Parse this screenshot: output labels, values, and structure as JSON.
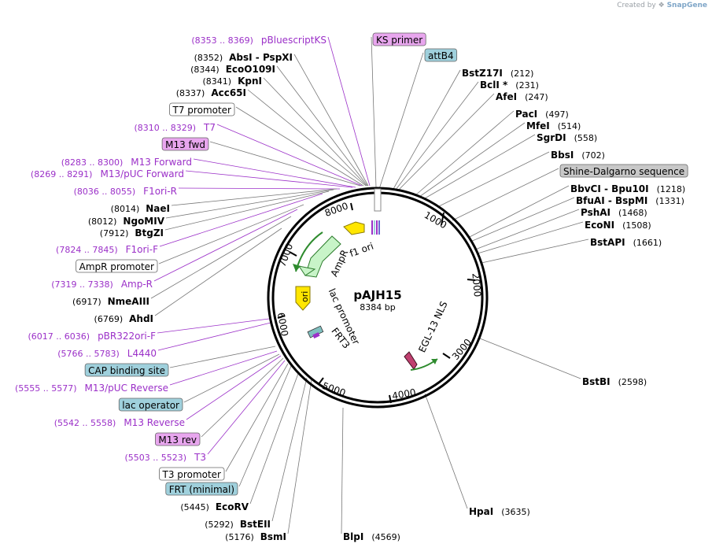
{
  "credit": {
    "prefix": "Created by",
    "brand": "SnapGene"
  },
  "plasmid": {
    "name": "pAJH15",
    "size": "8384 bp"
  },
  "ticks": [
    "1000",
    "2000",
    "3000",
    "4000",
    "5000",
    "6000",
    "7000",
    "8000"
  ],
  "right_labels": [
    {
      "kind": "box",
      "text": "KS primer",
      "color": "#e8a6ee"
    },
    {
      "kind": "box",
      "text": "attB4",
      "color": "#9fd0dc"
    },
    {
      "kind": "enz",
      "name": "BstZ17I",
      "pos": "(212)"
    },
    {
      "kind": "enz",
      "name": "BclI *",
      "pos": "(231)"
    },
    {
      "kind": "enz",
      "name": "AfeI",
      "pos": "(247)"
    },
    {
      "kind": "enz",
      "name": "PacI",
      "pos": "(497)"
    },
    {
      "kind": "enz",
      "name": "MfeI",
      "pos": "(514)"
    },
    {
      "kind": "enz",
      "name": "SgrDI",
      "pos": "(558)"
    },
    {
      "kind": "enz",
      "name": "BbsI",
      "pos": "(702)"
    },
    {
      "kind": "box",
      "text": "Shine-Dalgarno sequence",
      "color": "#c8c8c8"
    },
    {
      "kind": "enz",
      "name": "BbvCI - Bpu10I",
      "pos": "(1218)"
    },
    {
      "kind": "enz",
      "name": "BfuAI - BspMI",
      "pos": "(1331)"
    },
    {
      "kind": "enz",
      "name": "PshAI",
      "pos": "(1468)"
    },
    {
      "kind": "enz",
      "name": "EcoNI",
      "pos": "(1508)"
    },
    {
      "kind": "enz",
      "name": "BstAPI",
      "pos": "(1661)"
    },
    {
      "kind": "enz",
      "name": "BstBI",
      "pos": "(2598)"
    },
    {
      "kind": "enz",
      "name": "HpaI",
      "pos": "(3635)"
    },
    {
      "kind": "enz",
      "name": "BlpI",
      "pos": "(4569)"
    }
  ],
  "left_labels": [
    {
      "kind": "primer",
      "range": "(8353 .. 8369)",
      "name": "pBluescriptKS"
    },
    {
      "kind": "enz",
      "pos": "(8352)",
      "name": "AbsI - PspXI"
    },
    {
      "kind": "enz",
      "pos": "(8344)",
      "name": "EcoO109I"
    },
    {
      "kind": "enz",
      "pos": "(8341)",
      "name": "KpnI"
    },
    {
      "kind": "enz",
      "pos": "(8337)",
      "name": "Acc65I"
    },
    {
      "kind": "box",
      "text": "T7 promoter",
      "color": "#ffffff"
    },
    {
      "kind": "primer",
      "range": "(8310 .. 8329)",
      "name": "T7"
    },
    {
      "kind": "box",
      "text": "M13 fwd",
      "color": "#e8a6ee"
    },
    {
      "kind": "primer",
      "range": "(8283 .. 8300)",
      "name": "M13 Forward"
    },
    {
      "kind": "primer",
      "range": "(8269 .. 8291)",
      "name": "M13/pUC Forward"
    },
    {
      "kind": "primer",
      "range": "(8036 .. 8055)",
      "name": "F1ori-R"
    },
    {
      "kind": "enz",
      "pos": "(8014)",
      "name": "NaeI"
    },
    {
      "kind": "enz",
      "pos": "(8012)",
      "name": "NgoMIV"
    },
    {
      "kind": "enz",
      "pos": "(7912)",
      "name": "BtgZI"
    },
    {
      "kind": "primer",
      "range": "(7824 .. 7845)",
      "name": "F1ori-F"
    },
    {
      "kind": "box",
      "text": "AmpR promoter",
      "color": "#ffffff"
    },
    {
      "kind": "primer",
      "range": "(7319 .. 7338)",
      "name": "Amp-R"
    },
    {
      "kind": "enz",
      "pos": "(6917)",
      "name": "NmeAIII"
    },
    {
      "kind": "enz",
      "pos": "(6769)",
      "name": "AhdI"
    },
    {
      "kind": "primer",
      "range": "(6017 .. 6036)",
      "name": "pBR322ori-F"
    },
    {
      "kind": "primer",
      "range": "(5766 .. 5783)",
      "name": "L4440"
    },
    {
      "kind": "box",
      "text": "CAP binding site",
      "color": "#9fd0dc"
    },
    {
      "kind": "primer",
      "range": "(5555 .. 5577)",
      "name": "M13/pUC Reverse"
    },
    {
      "kind": "box",
      "text": "lac operator",
      "color": "#9fd0dc"
    },
    {
      "kind": "primer",
      "range": "(5542 .. 5558)",
      "name": "M13 Reverse"
    },
    {
      "kind": "box",
      "text": "M13 rev",
      "color": "#e8a6ee"
    },
    {
      "kind": "primer",
      "range": "(5503 .. 5523)",
      "name": "T3"
    },
    {
      "kind": "box",
      "text": "T3 promoter",
      "color": "#ffffff"
    },
    {
      "kind": "box",
      "text": "FRT (minimal)",
      "color": "#9fd0dc"
    },
    {
      "kind": "enz",
      "pos": "(5445)",
      "name": "EcoRV"
    },
    {
      "kind": "enz",
      "pos": "(5292)",
      "name": "BstEII"
    },
    {
      "kind": "enz",
      "pos": "(5176)",
      "name": "BsmI"
    }
  ],
  "features": [
    {
      "name": "f1 ori",
      "color": "#ffe600"
    },
    {
      "name": "AmpR",
      "color": "#c8f4c8"
    },
    {
      "name": "ori",
      "color": "#ffe600"
    },
    {
      "name": "lac promoter",
      "color": "#ffffff"
    },
    {
      "name": "FRT3",
      "color": "#7fbfbf"
    },
    {
      "name": "EGL-13 NLS",
      "color": "#c04070"
    }
  ],
  "colors": {
    "primer": "#9b30c8",
    "enzyme": "#000000",
    "backbone": "#000000"
  }
}
